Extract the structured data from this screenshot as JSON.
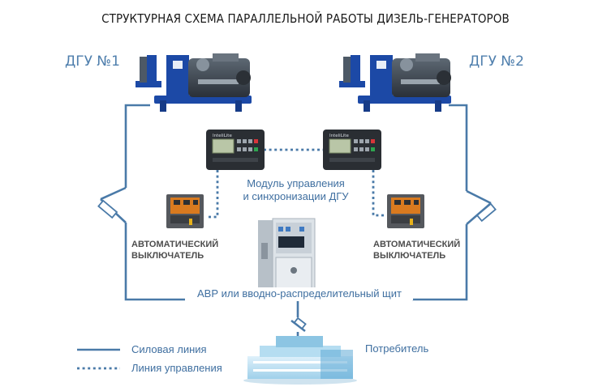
{
  "diagram": {
    "title": "СТРУКТУРНАЯ СХЕМА ПАРАЛЛЕЛЬНОЙ РАБОТЫ ДИЗЕЛЬ-ГЕНЕРАТОРОВ",
    "generator_1": "ДГУ №1",
    "generator_2": "ДГУ №2",
    "control_module": [
      "Модуль управления",
      "и синхронизации ДГУ"
    ],
    "breaker_left": [
      "АВТОМАТИЧЕСКИЙ",
      "ВЫКЛЮЧАТЕЛЬ"
    ],
    "breaker_right": [
      "АВТОМАТИЧЕСКИЙ",
      "ВЫКЛЮЧАТЕЛЬ"
    ],
    "switchboard": "АВР или вводно-распределительный щит",
    "consumer": "Потребитель",
    "controller_brand": "InteliLite",
    "colors": {
      "line": "#4a7aa8",
      "text_blue": "#3f6fa0",
      "generator_blue": "#1c49a6"
    }
  },
  "legend": {
    "power_line": "Силовая линия",
    "control_line": "Линия управления"
  }
}
